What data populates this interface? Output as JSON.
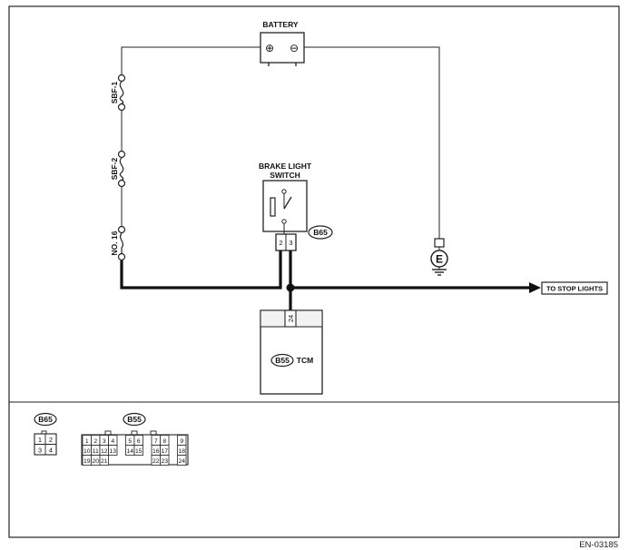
{
  "diagram": {
    "battery": {
      "label": "BATTERY",
      "positive": "⊕",
      "negative": "⊖"
    },
    "fuses": [
      "SBF-1",
      "SBF-2",
      "NO. 16"
    ],
    "brake_light_switch": {
      "line1": "BRAKE LIGHT",
      "line2": "SWITCH",
      "connector": "B65",
      "pins": [
        "2",
        "3"
      ]
    },
    "ground": {
      "label": "E"
    },
    "stop_lights": {
      "label": "TO STOP LIGHTS"
    },
    "tcm": {
      "connector": "B55",
      "label": "TCM",
      "pin": "24"
    }
  },
  "connectors": {
    "b65": {
      "label": "B65",
      "pins": [
        "1",
        "2",
        "3",
        "4"
      ]
    },
    "b55": {
      "label": "B55",
      "pins": [
        "1",
        "2",
        "3",
        "4",
        "5",
        "6",
        "7",
        "8",
        "9",
        "10",
        "11",
        "12",
        "13",
        "14",
        "15",
        "16",
        "17",
        "18",
        "19",
        "20",
        "21",
        "22",
        "23",
        "24"
      ]
    }
  },
  "figure_code": "EN-03185"
}
